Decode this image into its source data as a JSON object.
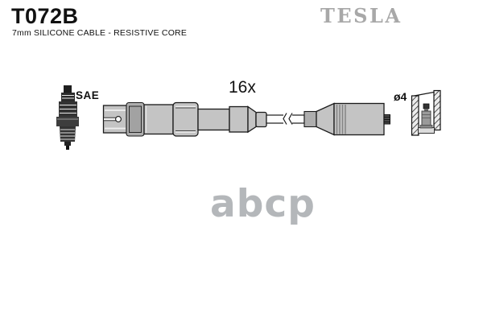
{
  "header": {
    "part_number": "T072B",
    "subtitle": "7mm SILICONE CABLE - RESISTIVE CORE"
  },
  "brand": {
    "logo_text": "TESLA"
  },
  "diagram": {
    "quantity_label": "16x",
    "connector_standard_label": "SAE",
    "terminal_diameter_label": "ø4",
    "parts": [
      "spark-plug",
      "plug-boot-connector",
      "silicone-cable-with-break-mark",
      "coil-end-connector",
      "terminal-cap-cross-section"
    ]
  },
  "watermark": {
    "text": "abcp"
  },
  "colors": {
    "brand_gray": "#a8a8a8",
    "watermark_gray": "#b4b7ba",
    "connector_fill": "#c4c4c4",
    "connector_fill_dark": "#aeaeae",
    "line_color": "#1a1a1a",
    "text_color": "#111111",
    "page_bg": "#ffffff"
  }
}
